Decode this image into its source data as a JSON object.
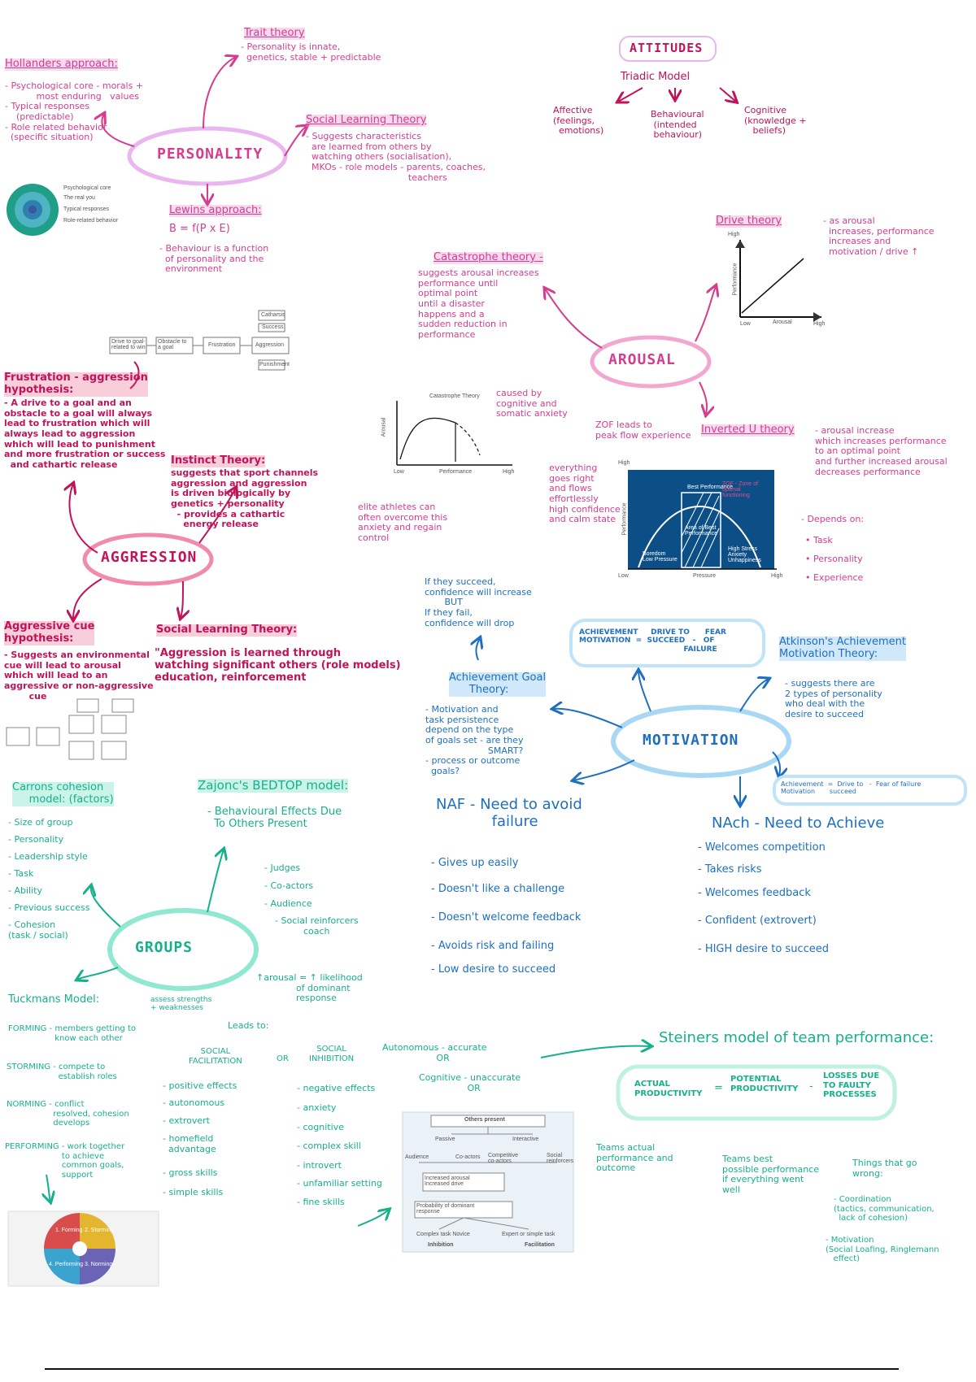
{
  "colors": {
    "pink": "#d63d8f",
    "magenta": "#c0135a",
    "blue": "#1e6fc0",
    "teal": "#17b08c",
    "lavender": "#e9b6f0"
  },
  "personality": {
    "title": "PERSONALITY",
    "trait_title": "Trait theory",
    "trait_text": "- Personality is innate,\n  genetics, stable + predictable",
    "hollander_title": "Hollanders approach:",
    "hollander_text": "- Psychological core - morals +\n           most enduring   values\n- Typical responses\n    (predictable)\n- Role related behavior\n  (specific situation)",
    "slt_title": "Social Learning Theory",
    "slt_text": "- Suggests characteristics\n  are learned from others by\n  watching others (socialisation),\n  MKOs - role models - parents, coaches,\n                                    teachers",
    "lewin_title": "Lewins approach:",
    "lewin_formula": "B = f(P x E)",
    "lewin_text": "- Behaviour is a function\n  of personality and the\n  environment"
  },
  "attitudes": {
    "title": "ATTITUDES",
    "model": "Triadic Model",
    "affective": "Affective\n(feelings,\n  emotions)",
    "behavioural": "Behavioural\n (intended\n behaviour)",
    "cognitive": "Cognitive\n(knowledge +\n   beliefs)"
  },
  "arousal": {
    "title": "AROUSAL",
    "drive_title": "Drive theory",
    "drive_text": "- as arousal\n  increases, performance\n  increases and\n  motivation / drive ↑",
    "catastrophe_title": "Catastrophe theory -",
    "catastrophe_text": "suggests arousal increases\nperformance until\noptimal point\nuntil a disaster\nhappens and a\nsudden reduction in\nperformance",
    "caused_by": "caused by\ncognitive and\nsomatic anxiety",
    "elite": "elite athletes can\noften overcome this\nanxiety and regain\ncontrol",
    "inverted_title": "Inverted U theory",
    "inverted_text": "- arousal increase\nwhich increases performance\nto an optimal point\nand further increased arousal\ndecreases performance",
    "zof": "ZOF leads to\npeak flow experience",
    "flow": "everything\ngoes right\nand flows\neffortlessly\nhigh confidence\nand calm state",
    "depends": "- Depends on:",
    "depends_items": [
      "• Task",
      "• Personality",
      "• Experience"
    ]
  },
  "aggression": {
    "title": "AGGRESSION",
    "fa_title": "Frustration - aggression\nhypothesis:",
    "fa_text": "- A drive to a goal and an\nobstacle to a goal will always\nlead to frustration which will\nalways lead to aggression\nwhich will lead to punishment\nand more frustration or success\n  and cathartic release",
    "instinct_title": "Instinct Theory:",
    "instinct_text": "suggests that sport channels\naggression and aggression\nis driven biologically by\ngenetics + personality\n  - provides a cathartic\n    energy release",
    "acue_title": "Aggressive cue\nhypothesis:",
    "acue_text": "- Suggests an environmental\ncue will lead to arousal\nwhich will lead to an\naggressive or non-aggressive\n        cue",
    "slt_title": "Social Learning Theory:",
    "slt_text": "\"Aggression is learned through\nwatching significant others (role models)\neducation, reinforcement"
  },
  "motivation": {
    "title": "MOTIVATION",
    "succeed_note": "If they succeed,\nconfidence will increase\n       BUT\nIf they fail,\nconfidence will drop",
    "agt_title": "Achievement Goal\n      Theory:",
    "agt_text": "- Motivation and\ntask persistence\ndepend on the type\nof goals set - are they\n                      SMART?\n- process or outcome\n  goals?",
    "formula": "ACHIEVEMENT     DRIVE TO      FEAR\nMOTIVATION  =  SUCCEED   -   OF\n                                         FAILURE",
    "atkinson_title": "Atkinson's Achievement\nMotivation Theory:",
    "atkinson_text": "- suggests there are\n2 types of personality\nwho deal with the\ndesire to succeed",
    "formula2": "Achievement  =  Drive to   -  Fear of failure\nMotivation       succeed",
    "naf_title": "NAF - Need to avoid\n            failure",
    "naf_items": [
      "- Gives up easily",
      "- Doesn't like a challenge",
      "- Doesn't welcome feedback",
      "- Avoids risk and failing",
      "- Low desire to succeed"
    ],
    "nach_title": "NAch - Need to Achieve",
    "nach_items": [
      "- Welcomes competition",
      "- Takes risks",
      "- Welcomes feedback",
      "- Confident (extrovert)",
      "- HIGH desire to succeed"
    ]
  },
  "groups": {
    "title": "GROUPS",
    "carron_title": "Carrons cohesion\n     model: (factors)",
    "carron_items": [
      "- Size of group",
      "- Personality",
      "- Leadership style",
      "- Task",
      "- Ability",
      "- Previous success",
      "- Cohesion\n(task / social)"
    ],
    "zajonc_title": "Zajonc's BEDTOP model:",
    "zajonc_sub": "- Behavioural Effects Due\n  To Others Present",
    "zajonc_items": [
      "- Judges",
      "- Co-actors",
      "- Audience",
      "- Social reinforcers\n          coach"
    ],
    "arousal_note": "↑arousal = ↑ likelihood\n              of dominant\n              response",
    "leads_to": "Leads to:",
    "tuckman_title": "Tuckmans Model:",
    "tuckman_note": "assess strengths\n+ weaknesses",
    "forming": "FORMING - members getting to\n                  know each other",
    "storming": "STORMING - compete to\n                    establish roles",
    "norming": "NORMING - conflict\n                  resolved, cohesion\n                  develops",
    "performing": "PERFORMING - work together\n                      to achieve\n                      common goals,\n                      support",
    "facil_title": "SOCIAL\nFACILITATION",
    "facil_items": [
      "- positive effects",
      "- autonomous",
      "- extrovert",
      "- homefield\n  advantage",
      "- gross skills",
      "- simple skills"
    ],
    "or": "OR",
    "inhib_title": "SOCIAL\nINHIBITION",
    "inhib_items": [
      "- negative effects",
      "- anxiety",
      "- cognitive",
      "- complex skill",
      "- introvert",
      "- unfamiliar setting",
      "- fine skills"
    ],
    "autonomous": "Autonomous - accurate\n                   OR",
    "cognitive": "Cognitive - unaccurate\n                 OR",
    "steiner_title": "Steiners model of team performance:",
    "actual": "ACTUAL\nPRODUCTIVITY",
    "eq": "=",
    "potential": "POTENTIAL\nPRODUCTIVITY",
    "minus": "-",
    "losses": "LOSSES DUE\nTO FAULTY\nPROCESSES",
    "actual_note": "Teams actual\nperformance and\noutcome",
    "potential_note": "Teams best\npossible performance\nif everything went\nwell",
    "losses_note": "Things that go\nwrong:",
    "losses_items": [
      "- Coordination\n(tactics, communication,\n  lack of cohesion)",
      "- Motivation\n(Social Loafing, Ringlemann\n   effect)"
    ]
  },
  "figures": {
    "fa_chart": [
      "Drive to goal-\nrelated to win",
      "Obstacle to\na goal",
      "Frustration",
      "Aggression",
      "Catharsis",
      "Success",
      "Punishment"
    ],
    "catastrophe_chart": {
      "title": "Catastrophe Theory",
      "y": "Arousal",
      "x": "Performance",
      "low": "Low",
      "high": "High"
    },
    "drive_chart": {
      "y": "Performance",
      "x": "Arousal",
      "low": "Low",
      "high": "High"
    },
    "inverted_chart": {
      "y": "Performance",
      "x": "Pressure",
      "low": "Low",
      "high": "High",
      "best": "Best Performance",
      "area": "Area of Best\nPerformance",
      "zof": "ZOF - Zone of\noptimal\nfunctioning",
      "boredom": "Boredom\nLow Pressure",
      "anxiety": "High Stress\nAnxiety\nUnhappiness"
    },
    "zajonc_chart": {
      "title": "Others present",
      "passive": "Passive",
      "interactive": "Interactive",
      "audience": "Audience",
      "coactors": "Co-actors",
      "competitive": "Competitive\nco-actors",
      "social": "Social\nreinforcers",
      "arousal": "Increased arousal\nIncreased drive",
      "probability": "Probability of dominant\nresponse",
      "complex": "Complex task Novice",
      "expert": "Expert or simple task",
      "inhibition": "Inhibition",
      "facilitation": "Facilitation"
    },
    "hollander_fig": [
      "Psychological core",
      "The real you",
      "Typical responses",
      "Role-related behavior"
    ],
    "tuckman_fig": [
      "1. Forming",
      "2. Storming",
      "3. Norming",
      "4. Performing"
    ]
  }
}
